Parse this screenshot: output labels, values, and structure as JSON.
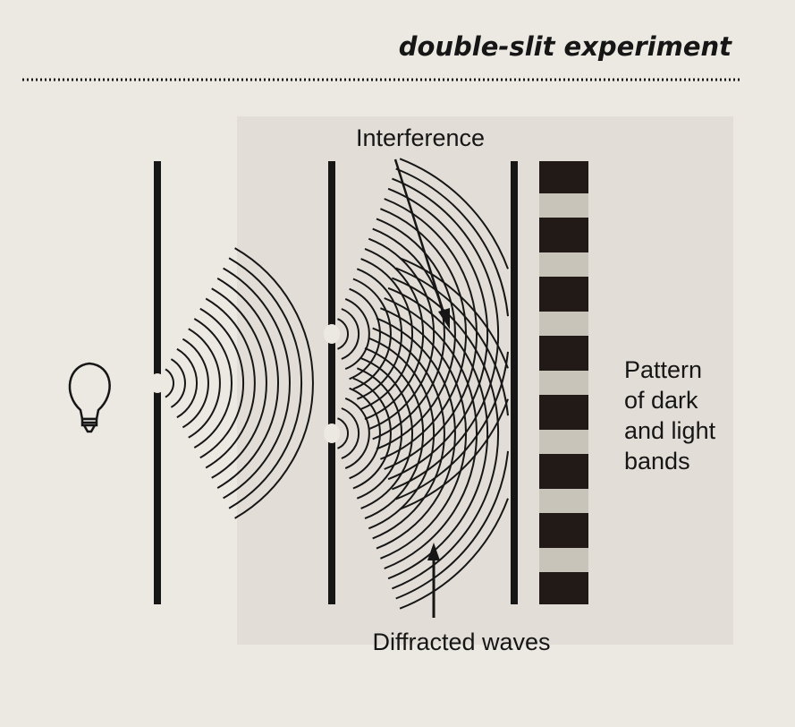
{
  "heading": "double-slit experiment",
  "labels": {
    "interference": "Interference",
    "pattern_line1": "Pattern",
    "pattern_line2": "of dark",
    "pattern_line3": "and light",
    "pattern_line4": "bands",
    "diffracted": "Diffracted waves"
  },
  "band_pattern": [
    "dark",
    "light",
    "dark",
    "light",
    "dark",
    "light",
    "dark",
    "light",
    "dark",
    "light",
    "dark",
    "light",
    "dark",
    "light",
    "dark"
  ],
  "colors": {
    "ink": "#161616",
    "paper": "#ece9e3",
    "light_band": "#c9c4ba",
    "dark_band": "#221a16"
  }
}
